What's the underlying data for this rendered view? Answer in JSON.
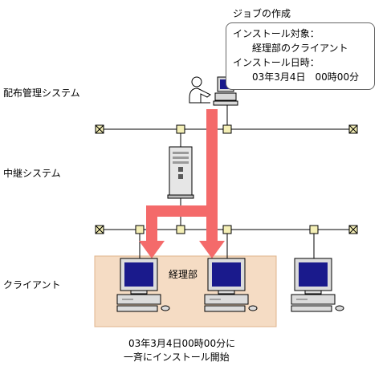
{
  "title": "ジョブの作成",
  "callout": {
    "line1": "インストール対象：",
    "line2": "経理部のクライアント",
    "line3": "インストール日時：",
    "line4": "03年3月4日　00時00分"
  },
  "labels": {
    "management": "配布管理システム",
    "relay": "中継システム",
    "client": "クライアント",
    "department": "経理部"
  },
  "caption": {
    "line1": "03年3月4日00時00分に",
    "line2": "一斉にインストール開始"
  },
  "colors": {
    "arrow": "#f46a6a",
    "department_area": "#f5dcc4",
    "node": "#f4efb6",
    "screen": "#1a1a8c"
  }
}
